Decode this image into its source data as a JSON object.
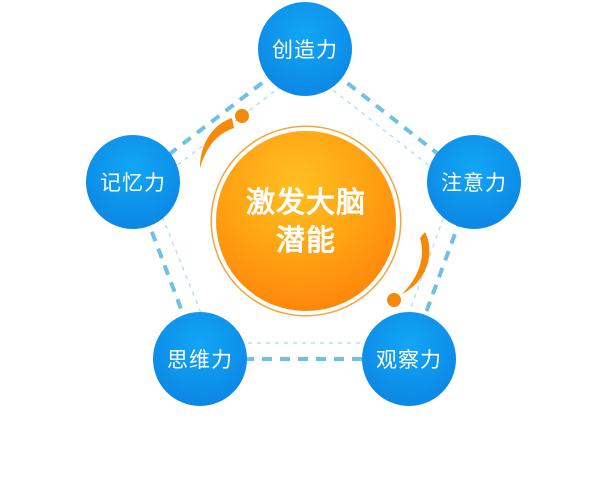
{
  "diagram": {
    "center": {
      "line1": "激发大脑",
      "line2": "潜能"
    },
    "nodes": {
      "creativity": "创造力",
      "attention": "注意力",
      "observation": "观察力",
      "thinking": "思维力",
      "memory": "记忆力"
    },
    "colors": {
      "node_blue": "#0d8fe9",
      "center_orange": "#ff8a0c",
      "dash_blue": "#6ec1e4",
      "accent_orange": "#f58a0a"
    }
  }
}
